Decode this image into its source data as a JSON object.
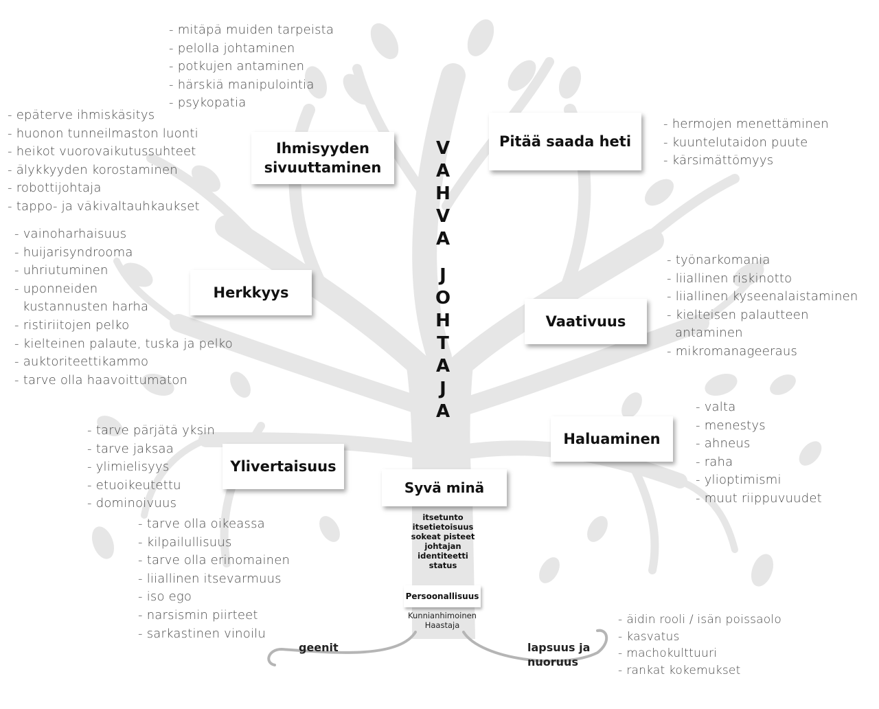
{
  "center": {
    "vertical_title": [
      "V",
      "A",
      "H",
      "V",
      "A",
      " ",
      "J",
      "O",
      "H",
      "T",
      "A",
      "J",
      "A"
    ],
    "deep_self": "Syvä minä",
    "trunk_items": [
      "itsetunto",
      "itsetietoisuus",
      "sokeat pisteet",
      "johtajan",
      "identiteetti",
      "status"
    ],
    "personality": "Persoonallisuus",
    "personality_sub": [
      "Kunnianhimoinen",
      "Haastaja"
    ]
  },
  "roots": {
    "left": "geenit",
    "right_line1": "lapsuus ja",
    "right_line2": "nuoruus",
    "right_items": [
      "äidin rooli / isän poissaolo",
      "kasvatus",
      "machokulttuuri",
      "rankat kokemukset"
    ]
  },
  "categories": {
    "ihmisyys": {
      "title_line1": "Ihmisyyden",
      "title_line2": "sivuuttaminen",
      "items_top": [
        "mitäpä muiden tarpeista",
        "pelolla johtaminen",
        "potkujen antaminen",
        "härskiä manipulointia",
        "psykopatia"
      ],
      "items_left": [
        "epäterve ihmiskäsitys",
        "huonon tunneilmaston luonti",
        "heikot vuorovaikutussuhteet",
        "älykkyyden korostaminen",
        "robottijohtaja",
        "tappo- ja väkivaltauhkaukset"
      ]
    },
    "pitaa": {
      "title": "Pitää saada heti",
      "items": [
        "hermojen menettäminen",
        "kuuntelutaidon puute",
        "kärsimättömyys"
      ]
    },
    "herkkyys": {
      "title": "Herkkyys",
      "items": [
        "vainoharhaisuus",
        "huijarisyndrooma",
        "uhriutuminen",
        "uponneiden",
        "kustannusten harha",
        "ristiriitojen pelko",
        "kielteinen palaute, tuska ja pelko",
        "auktoriteettikammo",
        "tarve olla haavoittumaton"
      ]
    },
    "vaativuus": {
      "title": "Vaativuus",
      "items": [
        "työnarkomania",
        "liiallinen riskinotto",
        "liiallinen kyseenalaistaminen",
        "kielteisen palautteen",
        "antaminen",
        "mikromanageeraus"
      ]
    },
    "haluaminen": {
      "title": "Haluaminen",
      "items": [
        "valta",
        "menestys",
        "ahneus",
        "raha",
        "ylioptimismi",
        "muut riippuvuudet"
      ]
    },
    "ylivertaisuus": {
      "title": "Ylivertaisuus",
      "items_top": [
        "tarve pärjätä yksin",
        "tarve jaksaa",
        "ylimielisyys",
        "etuoikeutettu",
        "dominoivuus"
      ],
      "items_bottom": [
        "tarve olla oikeassa",
        "kilpailullisuus",
        "tarve olla erinomainen",
        "liiallinen itsevarmuus",
        "iso ego",
        "narsismin piirteet",
        "sarkastinen vinoilu"
      ]
    }
  },
  "colors": {
    "tree": "#e6e6e6",
    "text": "#4a4a4a",
    "box_text": "#111111"
  }
}
